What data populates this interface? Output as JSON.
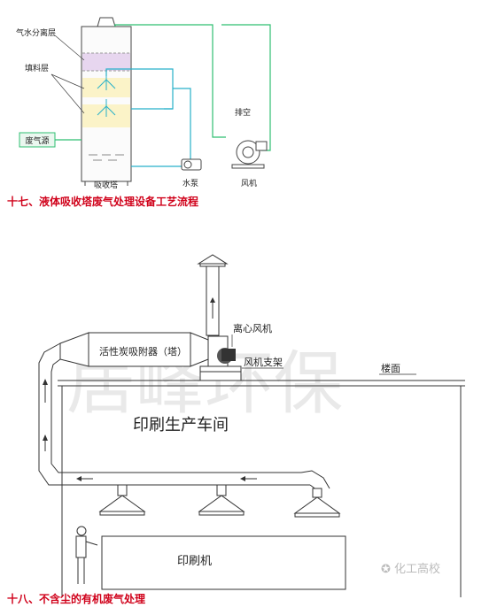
{
  "diagram1": {
    "labels": {
      "separation": "气水分离层",
      "packing": "填料层",
      "source": "废气源",
      "tower": "吸收塔",
      "pump": "水泵",
      "fan": "风机",
      "exhaust": "排空"
    },
    "caption": "十七、液体吸收塔废气处理设备工艺流程"
  },
  "diagram2": {
    "labels": {
      "adsorber": "活性炭吸附器（塔）",
      "centrifugal_fan": "离心风机",
      "fan_support": "风机支架",
      "floor": "楼面",
      "workshop": "印刷生产车间",
      "printer": "印刷机"
    },
    "watermark": "居峰环保",
    "brand": "化工高校",
    "caption": "十八、不含尘的有机废气处理"
  },
  "colors": {
    "caption": "#d0021b",
    "pipe_green": "#2fbf71",
    "pipe_cyan": "#27b1c9",
    "packing_yellow": "#fbf3c8",
    "separation_purple": "#e7d6ef"
  }
}
